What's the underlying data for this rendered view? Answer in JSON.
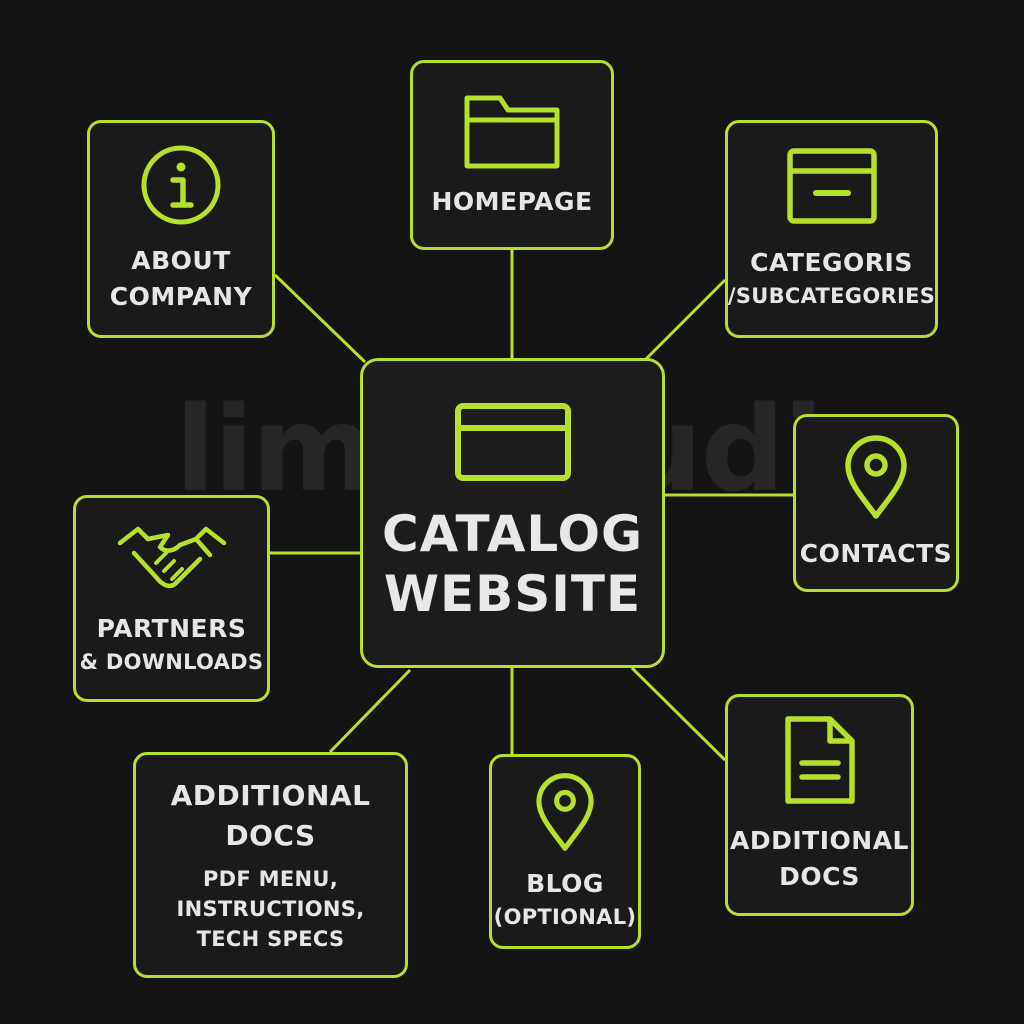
{
  "watermark": "lime:studio",
  "center": {
    "title": "CATALOG WEBSITE",
    "line1": "CATALOG",
    "line2": "WEBSITE",
    "icon": "browser-window-icon"
  },
  "nodes": {
    "homepage": {
      "label": "HOMEPAGE",
      "icon": "folder-icon"
    },
    "about": {
      "line1": "ABOUT",
      "line2": "COMPANY",
      "icon": "info-icon"
    },
    "categories": {
      "line1": "CATEGORIS",
      "line2": "/SUBCATEGORIES",
      "icon": "window-icon"
    },
    "contacts": {
      "label": "CONTACTS",
      "icon": "location-pin-icon"
    },
    "partners": {
      "line1": "PARTNERS",
      "line2": "& DOWNLOADS",
      "icon": "handshake-icon"
    },
    "additional_docs_left": {
      "line1": "ADDITIONAL",
      "line2": "DOCS",
      "sub1": "PDF MENU,",
      "sub2": "INSTRUCTIONS,",
      "sub3": "TECH SPECS"
    },
    "blog": {
      "label": "BLOG",
      "sub": "(OPTIONAL)",
      "icon": "location-pin-icon"
    },
    "additional_docs_right": {
      "line1": "ADDITIONAL",
      "line2": "DOCS",
      "icon": "document-icon"
    }
  },
  "colors": {
    "accent": "#b5e02c",
    "background": "#141414",
    "text": "#e6e6e6",
    "watermark": "#2a2a2a"
  }
}
